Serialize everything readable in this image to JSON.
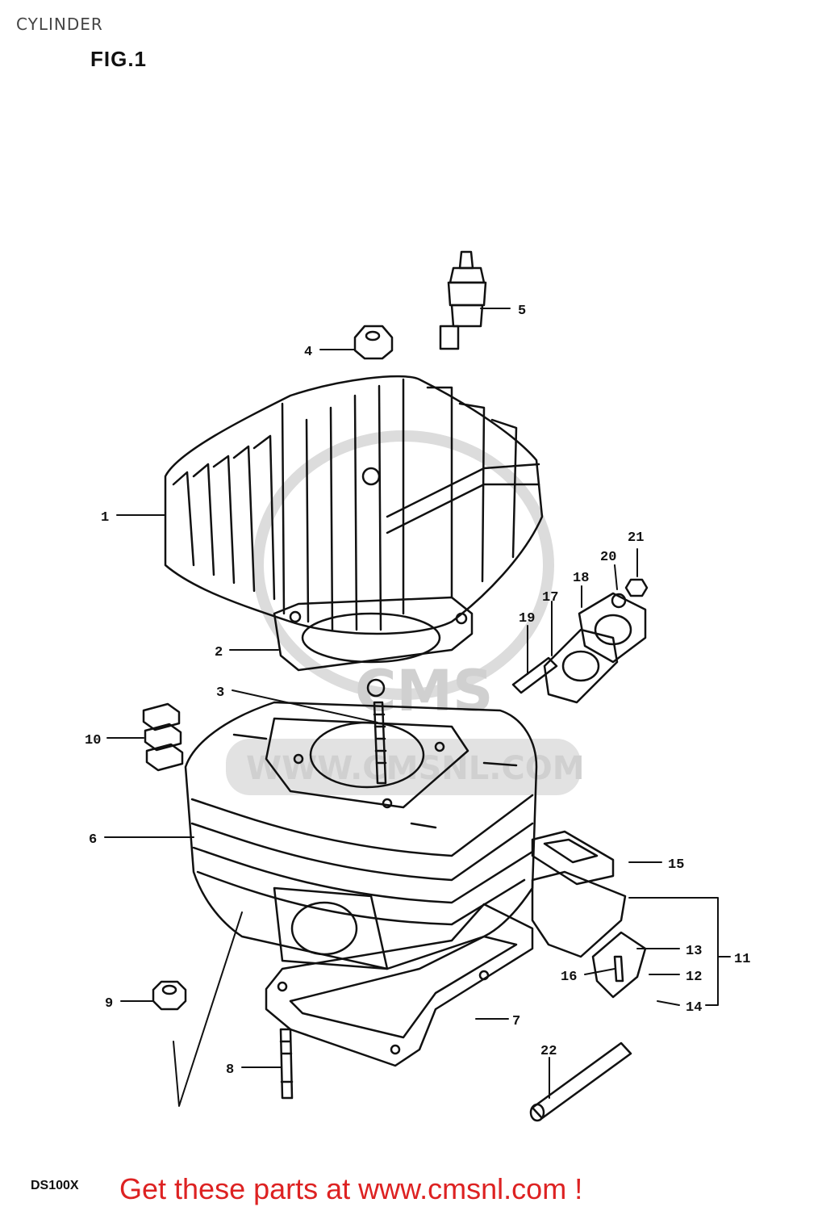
{
  "header": {
    "title": "CYLINDER",
    "figure_label": "FIG.1"
  },
  "watermark": {
    "brand": "CMS",
    "url": "WWW.CMSNL.COM"
  },
  "callouts": [
    "1",
    "2",
    "3",
    "4",
    "5",
    "6",
    "7",
    "8",
    "9",
    "10",
    "11",
    "12",
    "13",
    "14",
    "15",
    "16",
    "17",
    "18",
    "19",
    "20",
    "21",
    "22"
  ],
  "footer": {
    "model_code": "DS100X",
    "cta_text": "Get these parts at www.cmsnl.com !",
    "cta_color": "#dd2222"
  },
  "colors": {
    "line": "#111111",
    "watermark": "#d0d0d0"
  }
}
